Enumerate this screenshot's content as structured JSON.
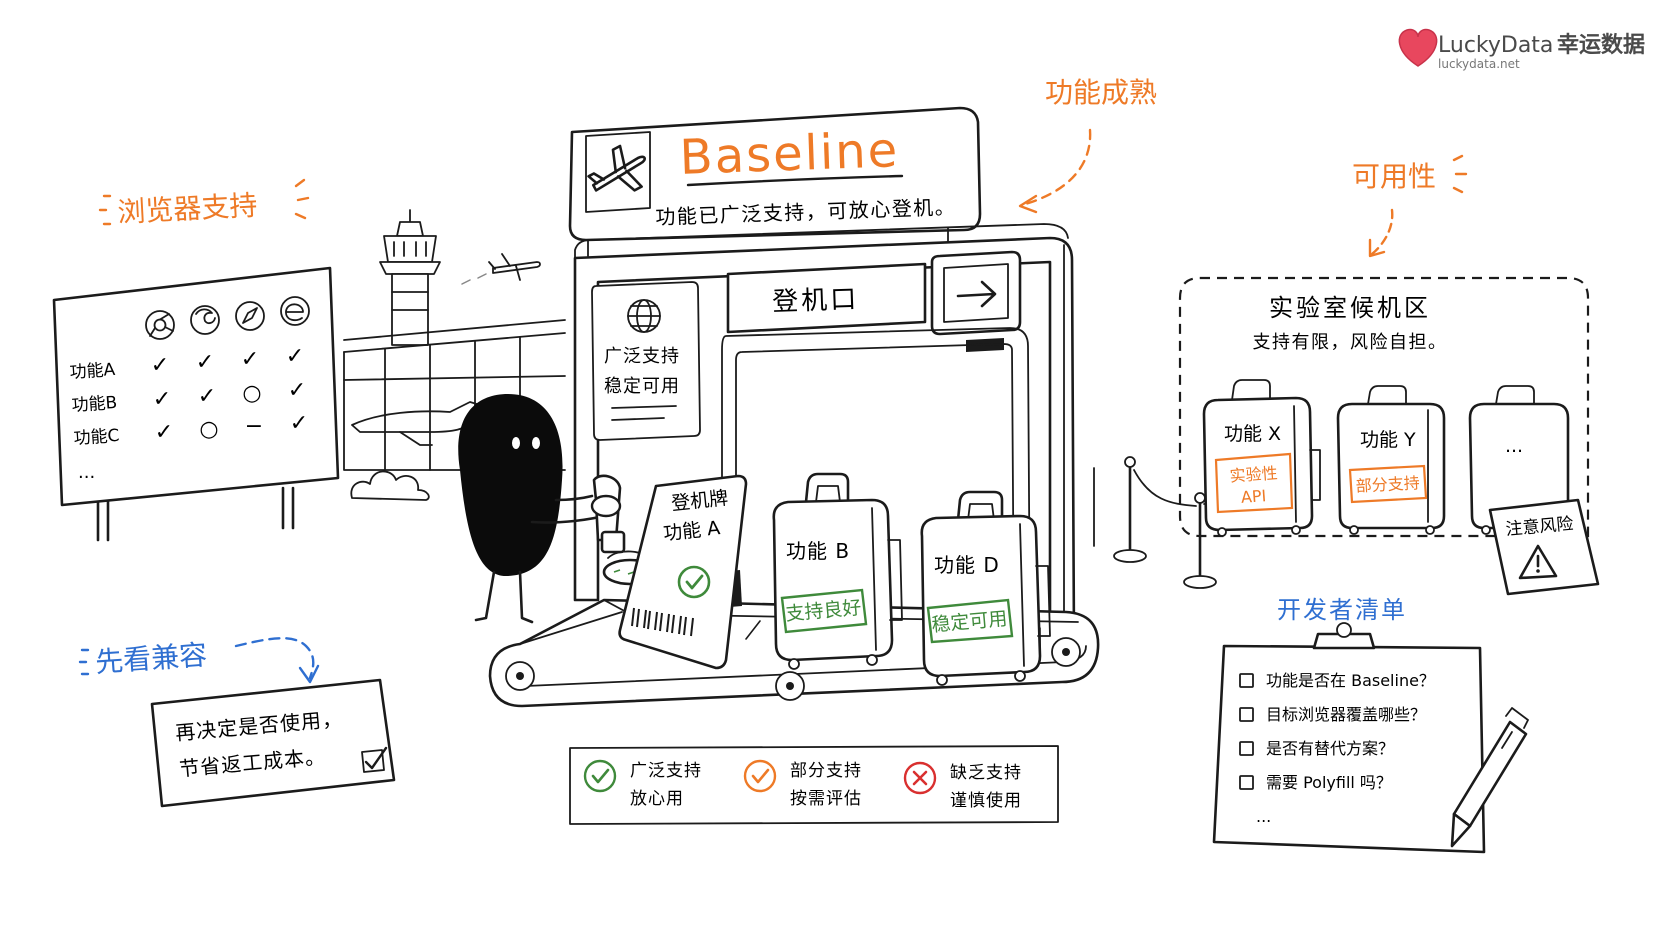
{
  "colors": {
    "ink": "#1b1b1b",
    "orange": "#ee7a27",
    "blue": "#2f6fd1",
    "green": "#3f8a3b",
    "red": "#d9302f",
    "brand": "#e8475e"
  },
  "brand": {
    "name": "LuckyData",
    "name_cn": "幸运数据",
    "url": "luckydata.net",
    "icon": "heart-logo-icon"
  },
  "title_sign": {
    "title": "Baseline",
    "subtitle": "功能已广泛支持，可放心登机。",
    "icon": "airplane-icon"
  },
  "annotations": {
    "maturity": "功能成熟",
    "usability": "可用性",
    "browser_support": "浏览器支持",
    "check_first": "先看兼容"
  },
  "gate": {
    "label": "登机口",
    "arrow_icon": "arrow-right-icon",
    "poster_line1": "广泛支持",
    "poster_line2": "稳定可用",
    "poster_icon": "globe-icon"
  },
  "boarding_pass": {
    "title": "登机牌",
    "feature": "功能 A"
  },
  "suitcases": [
    {
      "label": "功能 B",
      "tag": "支持良好"
    },
    {
      "label": "功能 D",
      "tag": "稳定可用"
    }
  ],
  "browser_board": {
    "browsers": [
      "chrome-icon",
      "firefox-icon",
      "safari-icon",
      "edge-icon"
    ],
    "rows": [
      {
        "feature": "功能A",
        "cells": [
          "✓",
          "✓",
          "✓",
          "✓"
        ]
      },
      {
        "feature": "功能B",
        "cells": [
          "✓",
          "✓",
          "○",
          "✓"
        ]
      },
      {
        "feature": "功能C",
        "cells": [
          "✓",
          "○",
          "−",
          "✓"
        ]
      }
    ],
    "more": "..."
  },
  "lab": {
    "title": "实验室候机区",
    "subtitle": "支持有限，风险自担。",
    "bags": [
      {
        "label": "功能 X",
        "tag_line1": "实验性",
        "tag_line2": "API"
      },
      {
        "label": "功能 Y",
        "tag_line1": "部分支持",
        "tag_line2": ""
      },
      {
        "label": "...",
        "tag_line1": "",
        "tag_line2": ""
      }
    ],
    "warning": "注意风险"
  },
  "checklist": {
    "title": "开发者清单",
    "items": [
      "功能是否在 Baseline？",
      "目标浏览器覆盖哪些？",
      "是否有替代方案？",
      "需要 Polyfill 吗？"
    ],
    "more": "..."
  },
  "note_card": {
    "line1": "再决定是否使用，",
    "line2": "节省返工成本。"
  },
  "legend": [
    {
      "line1": "广泛支持",
      "line2": "放心用",
      "icon": "check-circle-icon"
    },
    {
      "line1": "部分支持",
      "line2": "按需评估",
      "icon": "check-circle-orange-icon"
    },
    {
      "line1": "缺乏支持",
      "line2": "谨慎使用",
      "icon": "x-circle-icon"
    }
  ]
}
